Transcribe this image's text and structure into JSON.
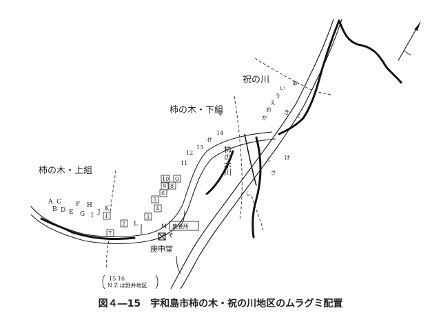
{
  "caption": "図４―15　宇和島市柿の木・祝の川地区のムラグミ配置",
  "areas": {
    "upper": "柿の木・上組",
    "lower": "柿の木・下組",
    "iwai": "祝の川"
  },
  "places": {
    "koshindo": "庚申堂",
    "shukaisho": "集会所",
    "kakinoki_river": "柿の木川",
    "m_mark": "M"
  },
  "note": {
    "line1": "15 16",
    "line2": "N Z は野井地区"
  },
  "house_marks": {
    "letters": [
      "A",
      "C",
      "B",
      "D",
      "E",
      "F",
      "G",
      "H",
      "I",
      "J",
      "K",
      "L"
    ],
    "numbers": [
      "1",
      "2",
      "3",
      "4",
      "5",
      "6",
      "7",
      "8",
      "9",
      "10",
      "11",
      "12",
      "13",
      "14",
      "O"
    ],
    "kana": [
      "あ",
      "い",
      "う",
      "え",
      "お",
      "か",
      "き",
      "く",
      "け",
      "こ",
      "さ",
      "し",
      "す",
      "せ",
      "そ"
    ]
  }
}
